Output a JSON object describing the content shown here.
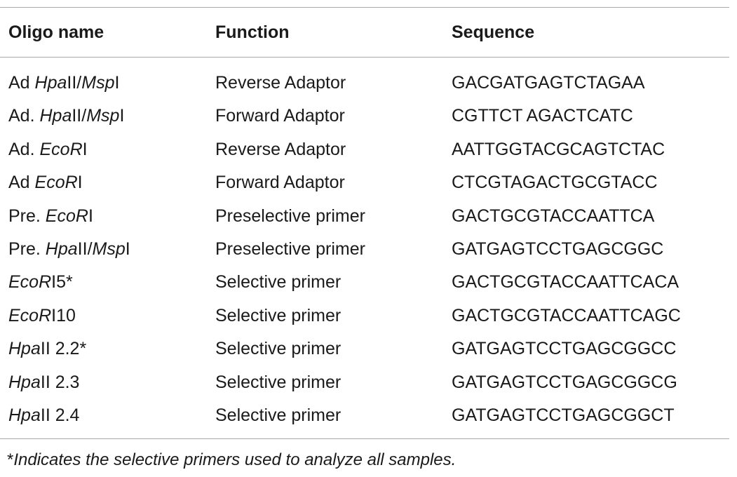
{
  "table": {
    "headers": {
      "oligo_name": "Oligo name",
      "function": "Function",
      "sequence": "Sequence"
    },
    "rows": [
      {
        "name": [
          {
            "t": "Ad "
          },
          {
            "t": "Hpa",
            "i": true
          },
          {
            "t": "II/"
          },
          {
            "t": "Msp",
            "i": true
          },
          {
            "t": "I"
          }
        ],
        "function": "Reverse Adaptor",
        "sequence": "GACGATGAGTCTAGAA"
      },
      {
        "name": [
          {
            "t": "Ad. "
          },
          {
            "t": "Hpa",
            "i": true
          },
          {
            "t": "II/"
          },
          {
            "t": "Msp",
            "i": true
          },
          {
            "t": "I"
          }
        ],
        "function": "Forward Adaptor",
        "sequence": "CGTTCT AGACTCATC"
      },
      {
        "name": [
          {
            "t": "Ad. "
          },
          {
            "t": "EcoR",
            "i": true
          },
          {
            "t": "I"
          }
        ],
        "function": "Reverse Adaptor",
        "sequence": "AATTGGTACGCAGTCTAC"
      },
      {
        "name": [
          {
            "t": "Ad "
          },
          {
            "t": "EcoR",
            "i": true
          },
          {
            "t": "I"
          }
        ],
        "function": "Forward Adaptor",
        "sequence": "CTCGTAGACTGCGTACC"
      },
      {
        "name": [
          {
            "t": "Pre. "
          },
          {
            "t": "EcoR",
            "i": true
          },
          {
            "t": "I"
          }
        ],
        "function": "Preselective primer",
        "sequence": "GACTGCGTACCAATTCA"
      },
      {
        "name": [
          {
            "t": "Pre. "
          },
          {
            "t": "Hpa",
            "i": true
          },
          {
            "t": "II/"
          },
          {
            "t": "Msp",
            "i": true
          },
          {
            "t": "I"
          }
        ],
        "function": "Preselective primer",
        "sequence": "GATGAGTCCTGAGCGGC"
      },
      {
        "name": [
          {
            "t": "EcoR",
            "i": true
          },
          {
            "t": "I5*"
          }
        ],
        "function": "Selective primer",
        "sequence": "GACTGCGTACCAATTCACA"
      },
      {
        "name": [
          {
            "t": "EcoR",
            "i": true
          },
          {
            "t": "I10"
          }
        ],
        "function": "Selective primer",
        "sequence": "GACTGCGTACCAATTCAGC"
      },
      {
        "name": [
          {
            "t": "Hpa",
            "i": true
          },
          {
            "t": "II 2.2*"
          }
        ],
        "function": "Selective primer",
        "sequence": "GATGAGTCCTGAGCGGCC"
      },
      {
        "name": [
          {
            "t": "Hpa",
            "i": true
          },
          {
            "t": "II 2.3"
          }
        ],
        "function": "Selective primer",
        "sequence": "GATGAGTCCTGAGCGGCG"
      },
      {
        "name": [
          {
            "t": "Hpa",
            "i": true
          },
          {
            "t": "II 2.4"
          }
        ],
        "function": "Selective primer",
        "sequence": "GATGAGTCCTGAGCGGCT"
      }
    ]
  },
  "footnote": {
    "marker": "*",
    "text": "Indicates the selective primers used to analyze all samples."
  }
}
